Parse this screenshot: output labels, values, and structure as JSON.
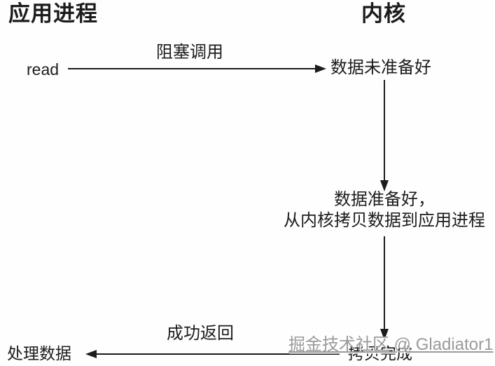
{
  "diagram": {
    "title_left": "应用进程",
    "title_right": "内核",
    "nodes": {
      "read": "read",
      "data_not_ready": "数据未准备好",
      "data_ready_line1": "数据准备好，",
      "data_ready_line2": "从内核拷贝数据到应用进程",
      "copy_done": "拷贝完成",
      "process_data": "处理数据"
    },
    "edge_labels": {
      "blocking_call": "阻塞调用",
      "success_return": "成功返回"
    },
    "colors": {
      "ink": "#1c1c1c",
      "background": "#fefefe",
      "watermark_gray": "#9a9a9a"
    },
    "watermark": "掘金技术社区 @ Gladiator1"
  }
}
